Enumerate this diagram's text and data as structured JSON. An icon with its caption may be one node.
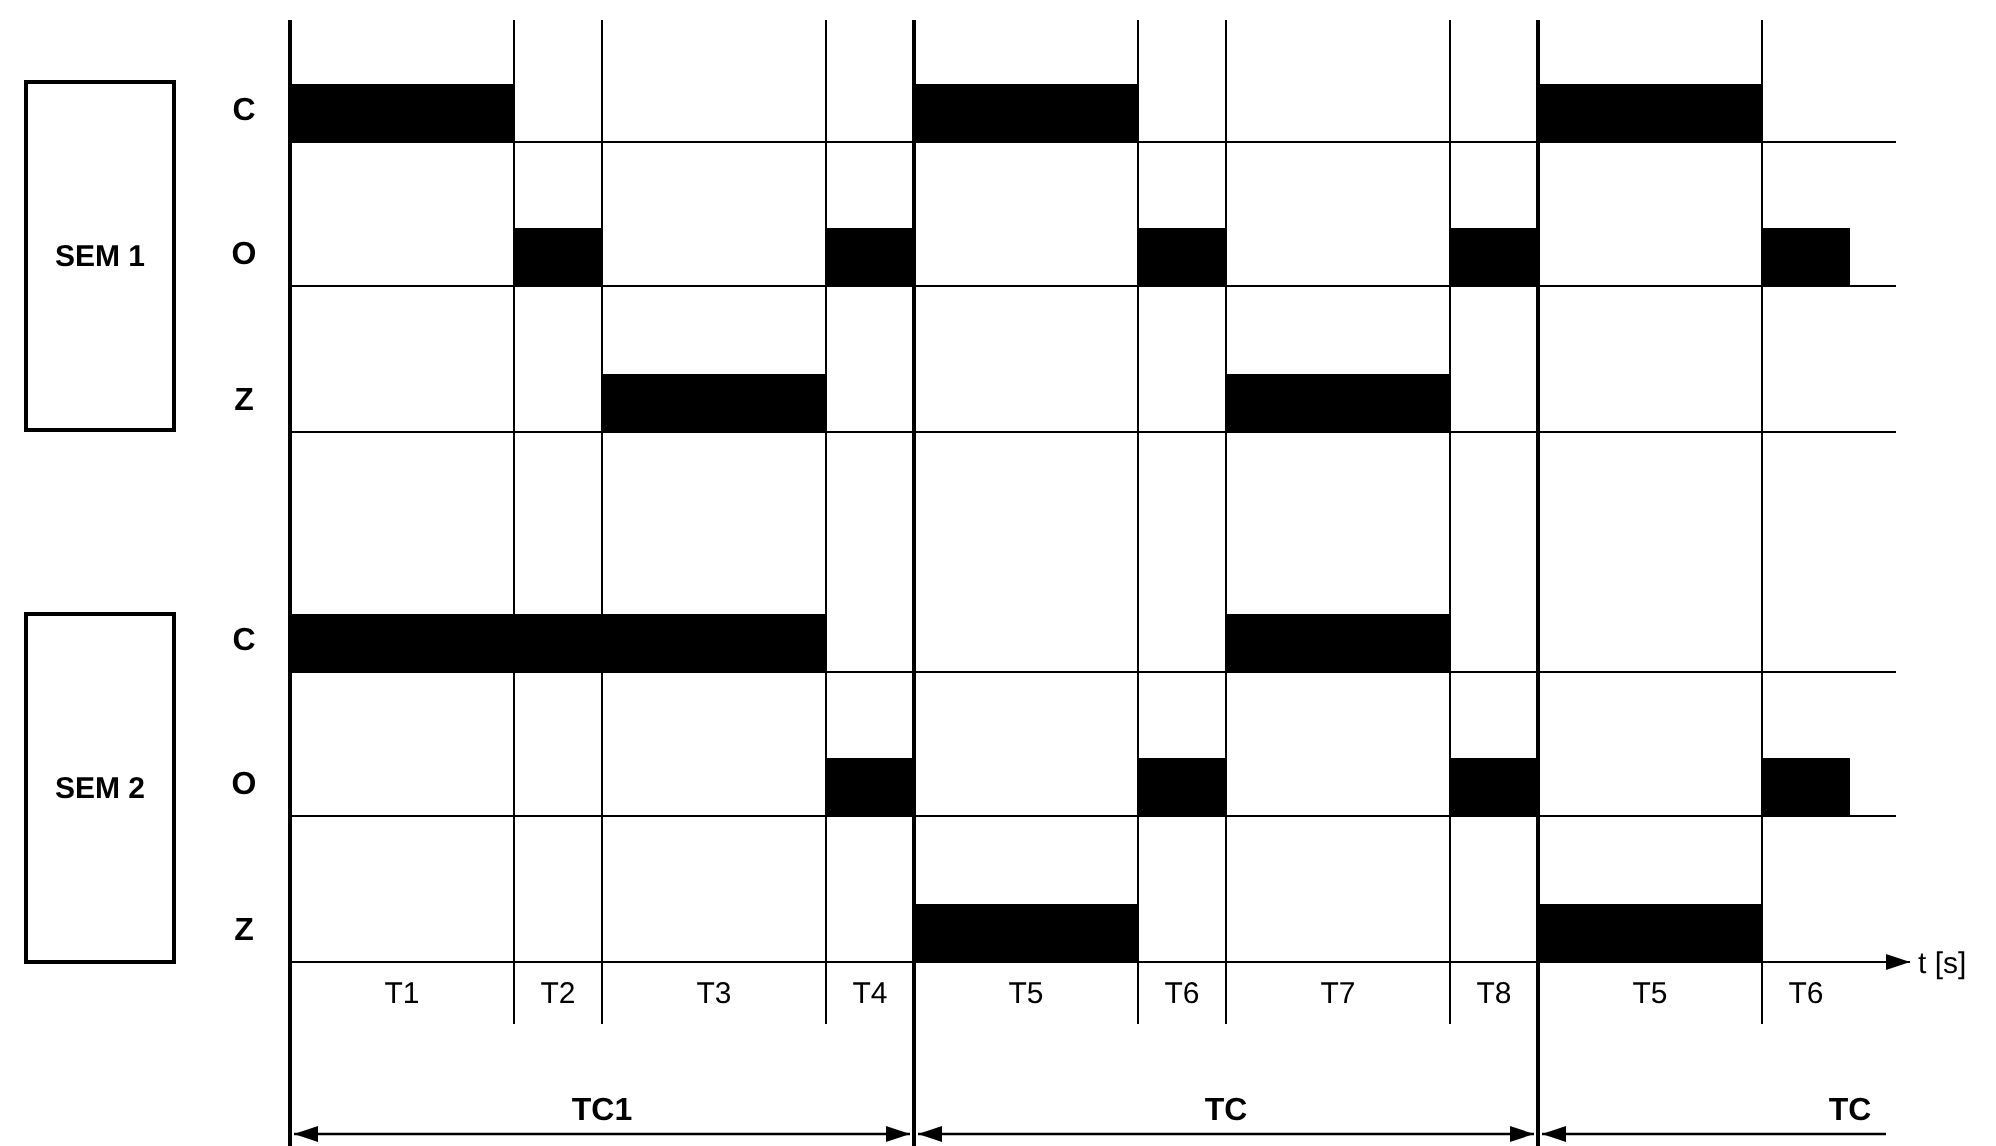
{
  "diagram": {
    "nodes": [
      {
        "text": [
          "SEM 1"
        ]
      },
      {
        "text": [
          "SEM 2"
        ]
      }
    ],
    "labels": [
      "C",
      "O",
      "Z",
      "C",
      "O",
      "Z",
      "T1",
      "T2",
      "T3",
      "T4",
      "T5",
      "T6",
      "T7",
      "T8",
      "T5",
      "T6",
      "t [s]",
      "TC1",
      "TC",
      "TC"
    ]
  }
}
